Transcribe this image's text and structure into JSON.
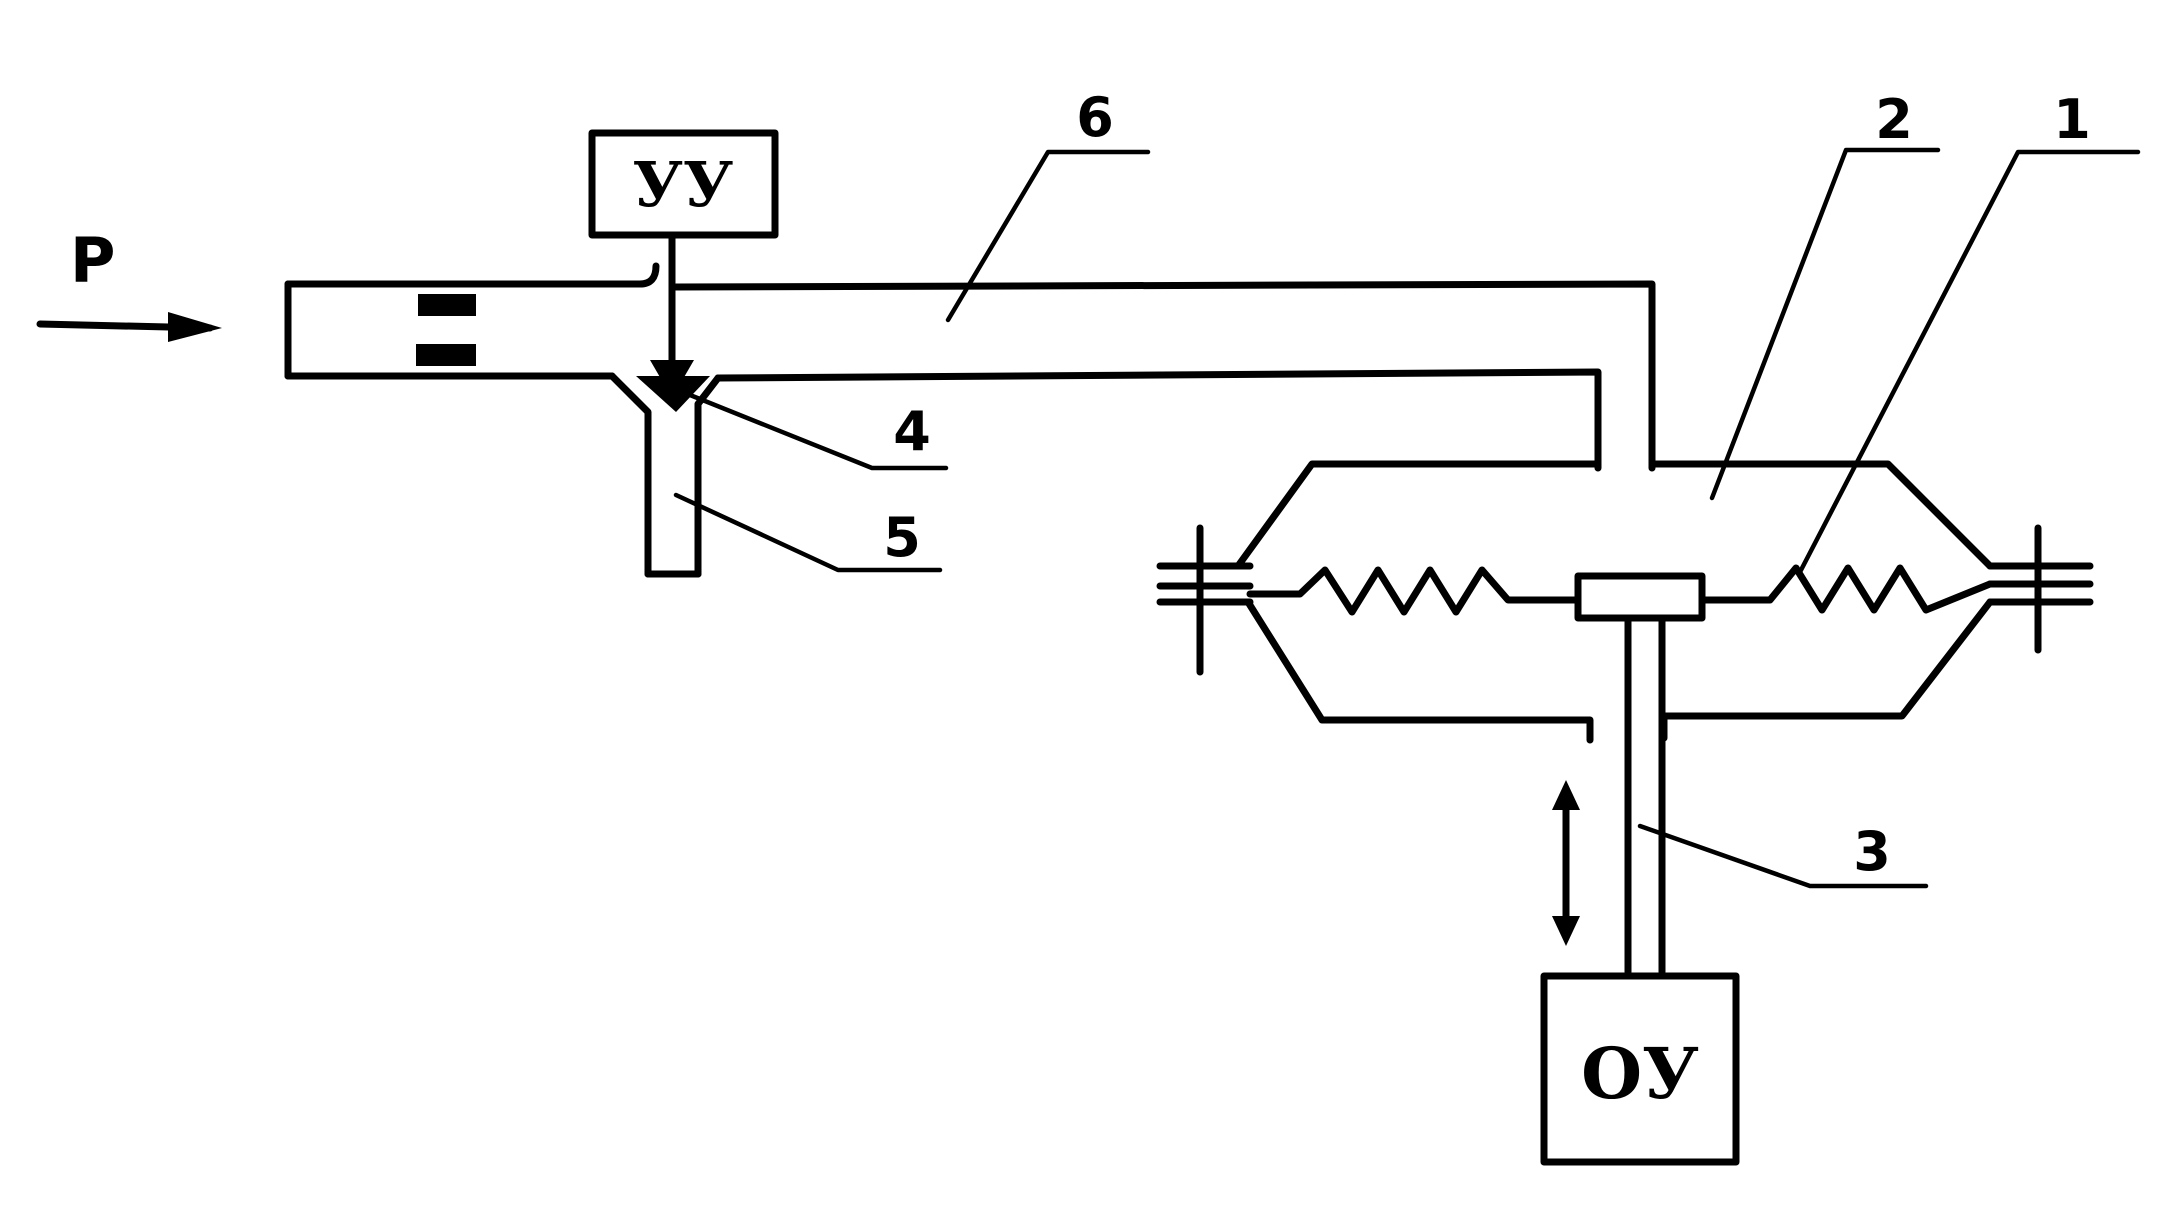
{
  "diagram": {
    "input_label": "P",
    "controller_box": "УУ",
    "object_box": "ОУ",
    "callouts": [
      {
        "id": "diaphragm",
        "text": "1"
      },
      {
        "id": "chamber",
        "text": "2"
      },
      {
        "id": "rod",
        "text": "3"
      },
      {
        "id": "valve",
        "text": "4"
      },
      {
        "id": "outlet",
        "text": "5"
      },
      {
        "id": "pipe",
        "text": "6"
      }
    ]
  }
}
